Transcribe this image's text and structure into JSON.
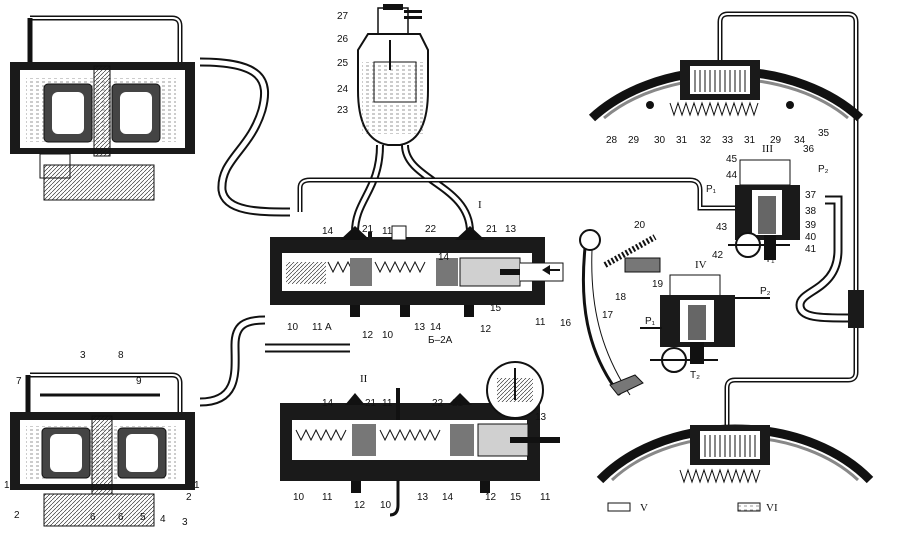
{
  "roman": {
    "I": "I",
    "II": "II",
    "III": "III",
    "IV": "IV"
  },
  "legend": {
    "v": "V",
    "vi": "VI"
  },
  "sections": {
    "a": "A",
    "b": "Б–2А"
  },
  "pressure": {
    "p1": "P₁",
    "p2": "P₂",
    "t1": "T₁",
    "t2": "T₂"
  },
  "numbers": {
    "n1": "1",
    "n2": "2",
    "n3": "3",
    "n4": "4",
    "n5": "5",
    "n6": "6",
    "n7": "7",
    "n8": "8",
    "n9": "9",
    "n10": "10",
    "n11": "11",
    "n12": "12",
    "n13": "13",
    "n14": "14",
    "n15": "15",
    "n16": "16",
    "n17": "17",
    "n18": "18",
    "n19": "19",
    "n20": "20",
    "n21": "21",
    "n22": "22",
    "n23": "23",
    "n24": "24",
    "n25": "25",
    "n26": "26",
    "n27": "27",
    "n28": "28",
    "n29": "29",
    "n30": "30",
    "n31": "31",
    "n32": "32",
    "n33": "33",
    "n34": "34",
    "n35": "35",
    "n36": "36",
    "n37": "37",
    "n38": "38",
    "n39": "39",
    "n40": "40",
    "n41": "41",
    "n42": "42",
    "n43": "43",
    "n44": "44",
    "n45": "45"
  },
  "colors": {
    "ink": "#111111",
    "fill": "#1a1a1a",
    "fluid": "#d9d9d9",
    "paper": "#ffffff"
  }
}
